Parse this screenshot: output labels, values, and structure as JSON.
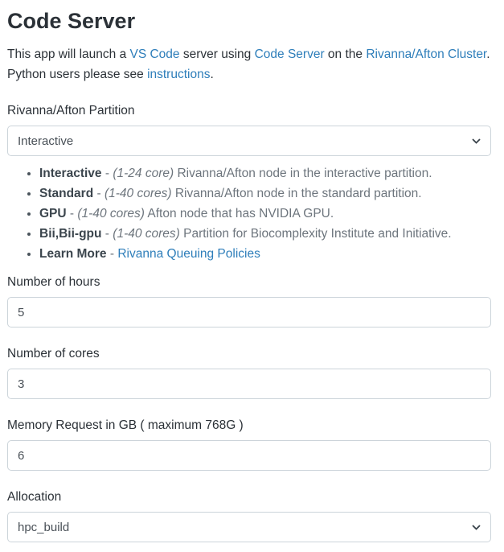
{
  "page": {
    "title": "Code Server"
  },
  "intro": {
    "text_1": "This app will launch a ",
    "link_vscode": "VS Code",
    "text_2": " server using ",
    "link_codeserver": "Code Server",
    "text_3": " on the ",
    "link_cluster": "Rivanna/Afton Cluster",
    "text_4": ". Python users please see ",
    "link_instructions": "instructions",
    "text_5": "."
  },
  "form": {
    "partition": {
      "label": "Rivanna/Afton Partition",
      "value": "Interactive"
    },
    "partition_help": [
      {
        "term": "Interactive",
        "sep": " - ",
        "paren": "(1-24 core)",
        "desc": " Rivanna/Afton node in the interactive partition."
      },
      {
        "term": "Standard",
        "sep": " - ",
        "paren": "(1-40 cores)",
        "desc": " Rivanna/Afton node in the standard partition."
      },
      {
        "term": "GPU",
        "sep": " - ",
        "paren": "(1-40 cores)",
        "desc": " Afton node that has NVIDIA GPU."
      },
      {
        "term": "Bii,Bii-gpu",
        "sep": " - ",
        "paren": "(1-40 cores)",
        "desc": " Partition for Biocomplexity Institute and Initiative."
      },
      {
        "term": "Learn More",
        "sep": " - ",
        "link": "Rivanna Queuing Policies"
      }
    ],
    "hours": {
      "label": "Number of hours",
      "value": "5"
    },
    "cores": {
      "label": "Number of cores",
      "value": "3"
    },
    "memory": {
      "label": "Memory Request in GB ( maximum 768G )",
      "value": "6"
    },
    "allocation": {
      "label": "Allocation",
      "value": "hpc_build"
    }
  },
  "colors": {
    "link": "#2e7eba",
    "text": "#2b3137",
    "muted_text": "#6d757d",
    "input_border": "#ccd4da",
    "input_text": "#495057"
  }
}
